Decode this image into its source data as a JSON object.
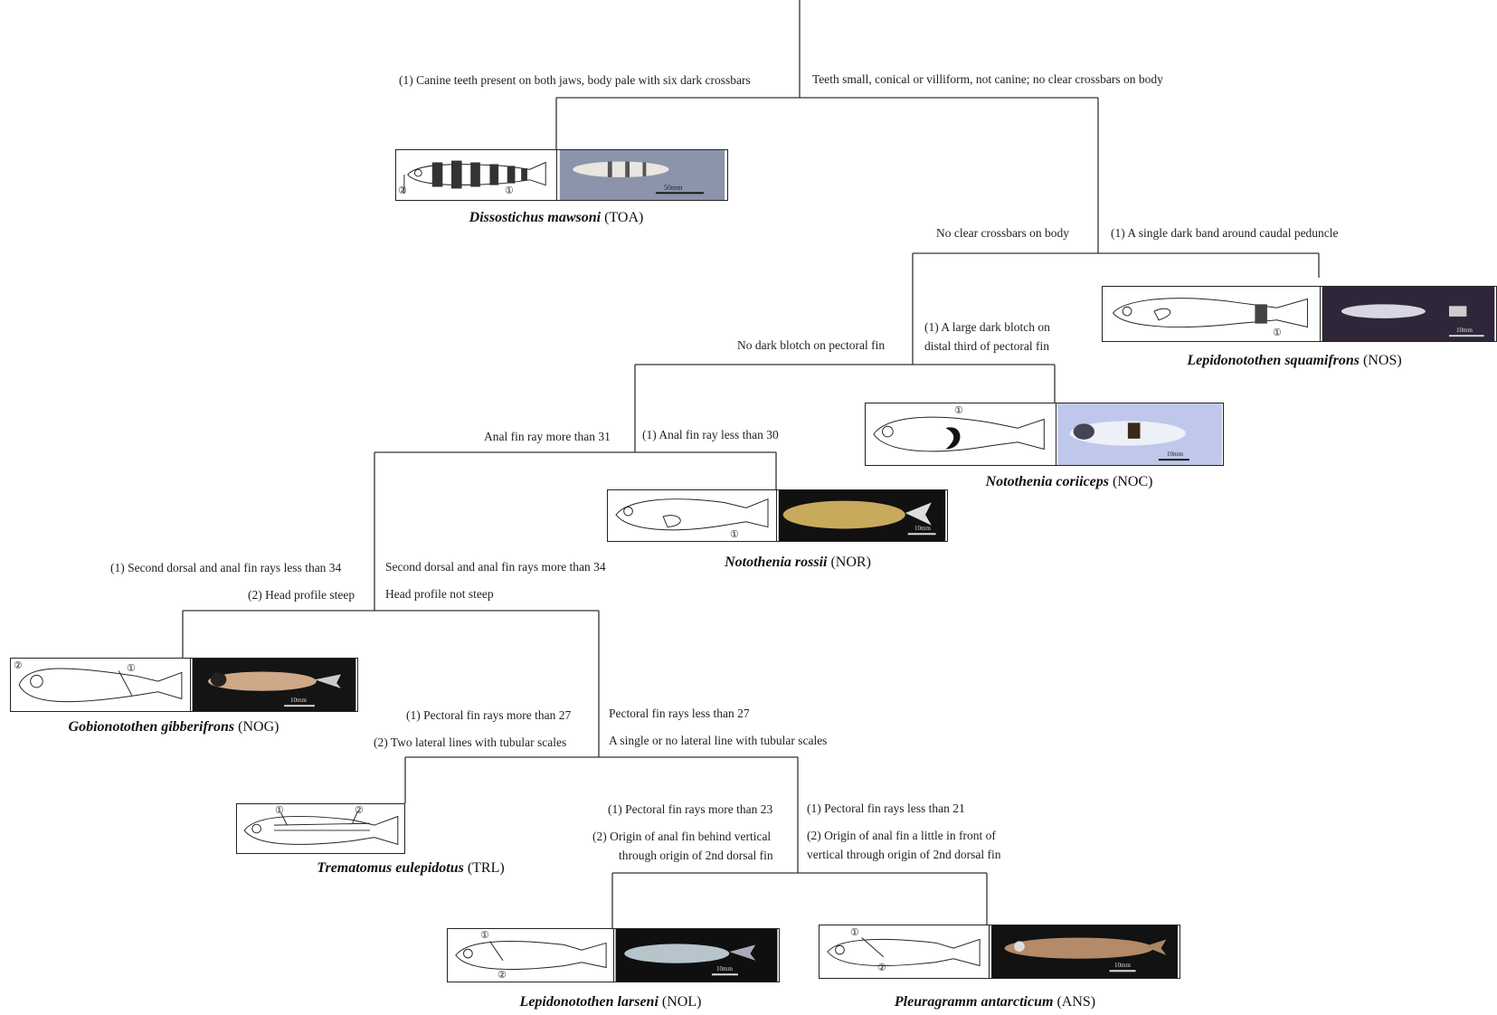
{
  "root": {
    "left": "(1) Canine teeth present on both jaws, body pale with six dark crossbars",
    "right": "Teeth small, conical or villiform, not canine; no clear crossbars on body"
  },
  "level2": {
    "left": "No clear crossbars on body",
    "right": "(1) A single dark band around caudal peduncle"
  },
  "level3": {
    "left": "No dark blotch on pectoral fin",
    "right_line1": "(1) A large dark blotch on",
    "right_line2": "distal third of pectoral fin"
  },
  "level4": {
    "left": "Anal fin ray more than 31",
    "right": "(1) Anal fin ray less than 30"
  },
  "level5": {
    "left_line1": "(1) Second dorsal and anal fin rays less than 34",
    "left_line2": "(2) Head profile steep",
    "right_line1": "Second dorsal and anal fin rays more than 34",
    "right_line2": "Head profile not steep"
  },
  "level6": {
    "left_line1": "(1) Pectoral fin rays more than 27",
    "left_line2": "(2) Two lateral lines with tubular scales",
    "right_line1": "Pectoral fin rays less than 27",
    "right_line2": "A single or no lateral line with tubular scales"
  },
  "level7": {
    "left_line1": "(1) Pectoral fin rays more than 23",
    "left_line2": "(2) Origin of anal fin behind vertical",
    "left_line3": "through origin of 2nd dorsal fin",
    "right_line1": "(1) Pectoral fin rays less than 21",
    "right_line2": "(2) Origin of anal fin a little in front of",
    "right_line3": "vertical through origin of 2nd dorsal fin"
  },
  "species": {
    "toa": {
      "genus": "Dissostichus mawsoni",
      "code": "(TOA)",
      "scale": "50mm",
      "photo_color": "#8c94ab",
      "fish_color": "#e9e6df"
    },
    "nos": {
      "genus": "Lepidonotothen squamifrons",
      "code": "(NOS)",
      "scale": "10mm",
      "photo_color": "#2f2739",
      "fish_color": "#d8d6e4"
    },
    "noc": {
      "genus": "Notothenia coriiceps",
      "code": "(NOC)",
      "scale": "10mm",
      "photo_color": "#bfc8ea",
      "fish_color": "#eef0f8"
    },
    "nor": {
      "genus": "Notothenia rossii",
      "code": "(NOR)",
      "scale": "10mm",
      "photo_color": "#111111",
      "fish_color": "#c9a95c"
    },
    "nog": {
      "genus": "Gobionotothen gibberifrons",
      "code": "(NOG)",
      "scale": "10mm",
      "photo_color": "#141414",
      "fish_color": "#cfa888"
    },
    "trl": {
      "genus": "Trematomus eulepidotus",
      "code": "(TRL)"
    },
    "nol": {
      "genus": "Lepidonotothen larseni",
      "code": "(NOL)",
      "scale": "10mm",
      "photo_color": "#0f0f0f",
      "fish_color": "#b8c4cc"
    },
    "ans": {
      "genus": "Pleuragramm antarcticum",
      "code": "(ANS)",
      "scale": "10mm",
      "photo_color": "#121212",
      "fish_color": "#b48a68"
    }
  },
  "markers": {
    "one": "①",
    "two": "②"
  }
}
